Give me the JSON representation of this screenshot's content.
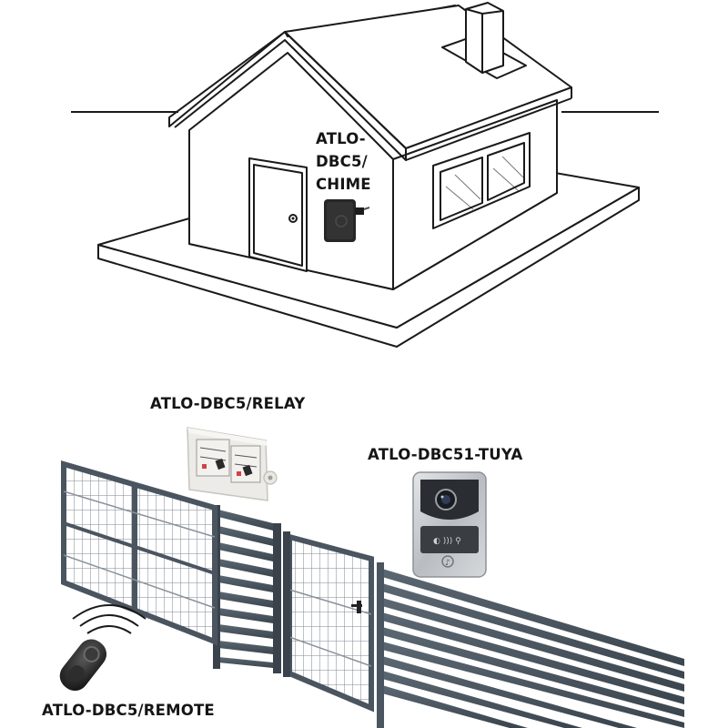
{
  "labels": {
    "chime": [
      "ATLO-",
      "DBC5/",
      "CHIME"
    ],
    "relay": "ATLO-DBC5/RELAY",
    "tuya": "ATLO-DBC51-TUYA",
    "remote": "ATLO-DBC5/REMOTE"
  },
  "colors": {
    "outline": "#1a1a1a",
    "gate": "#4a5560",
    "gate_dark": "#3a434c",
    "device_dark": "#232323",
    "panel_silver": "#c9ccd0"
  }
}
